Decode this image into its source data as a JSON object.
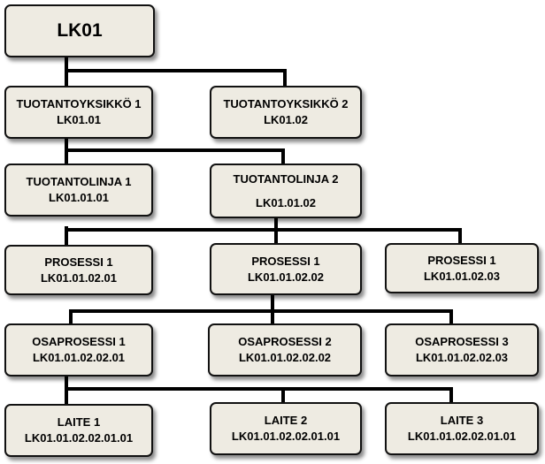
{
  "diagram": {
    "root": {
      "label": "LK01"
    },
    "level1": [
      {
        "name": "TUOTANTOYKSIKKÖ 1",
        "code": "LK01.01"
      },
      {
        "name": "TUOTANTOYKSIKKÖ 2",
        "code": "LK01.02"
      }
    ],
    "level2": [
      {
        "name": "TUOTANTOLINJA 1",
        "code": "LK01.01.01"
      },
      {
        "name": "TUOTANTOLINJA 2",
        "code": "LK01.01.02"
      }
    ],
    "level3": [
      {
        "name": "PROSESSI 1",
        "code": "LK01.01.02.01"
      },
      {
        "name": "PROSESSI 1",
        "code": "LK01.01.02.02"
      },
      {
        "name": "PROSESSI 1",
        "code": "LK01.01.02.03"
      }
    ],
    "level4": [
      {
        "name": "OSAPROSESSI 1",
        "code": "LK01.01.02.02.01"
      },
      {
        "name": "OSAPROSESSI 2",
        "code": "LK01.01.02.02.02"
      },
      {
        "name": "OSAPROSESSI 3",
        "code": "LK01.01.02.02.03"
      }
    ],
    "level5": [
      {
        "name": "LAITE 1",
        "code": "LK01.01.02.02.01.01"
      },
      {
        "name": "LAITE 2",
        "code": "LK01.01.02.02.01.01"
      },
      {
        "name": "LAITE 3",
        "code": "LK01.01.02.02.01.01"
      }
    ]
  }
}
